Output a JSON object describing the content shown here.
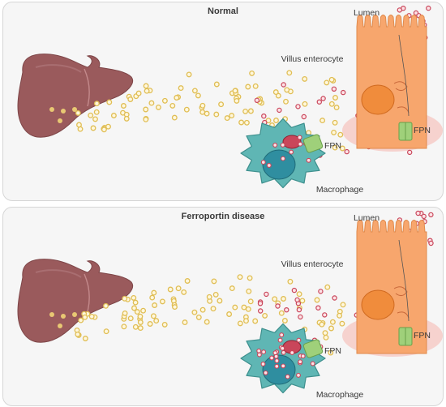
{
  "panels": [
    {
      "title": "Normal",
      "lumen": "Lumen",
      "enterocyte": "Villus enterocyte",
      "fpn_macrophage": "FPN",
      "fpn_enterocyte": "FPN",
      "macrophage": "Macrophage"
    },
    {
      "title": "Ferroportin disease",
      "lumen": "Lumen",
      "enterocyte": "Villus enterocyte",
      "fpn_macrophage": "FPN",
      "fpn_enterocyte": "FPN",
      "macrophage": "Macrophage"
    }
  ],
  "colors": {
    "liver": "#9a5a5c",
    "iron_transferrin": "#e8c873",
    "iron_ferric": "#c9465a",
    "macrophage": "#5fb6b4",
    "enterocyte": "#f7a66d",
    "fpn": "#9fd07a"
  }
}
